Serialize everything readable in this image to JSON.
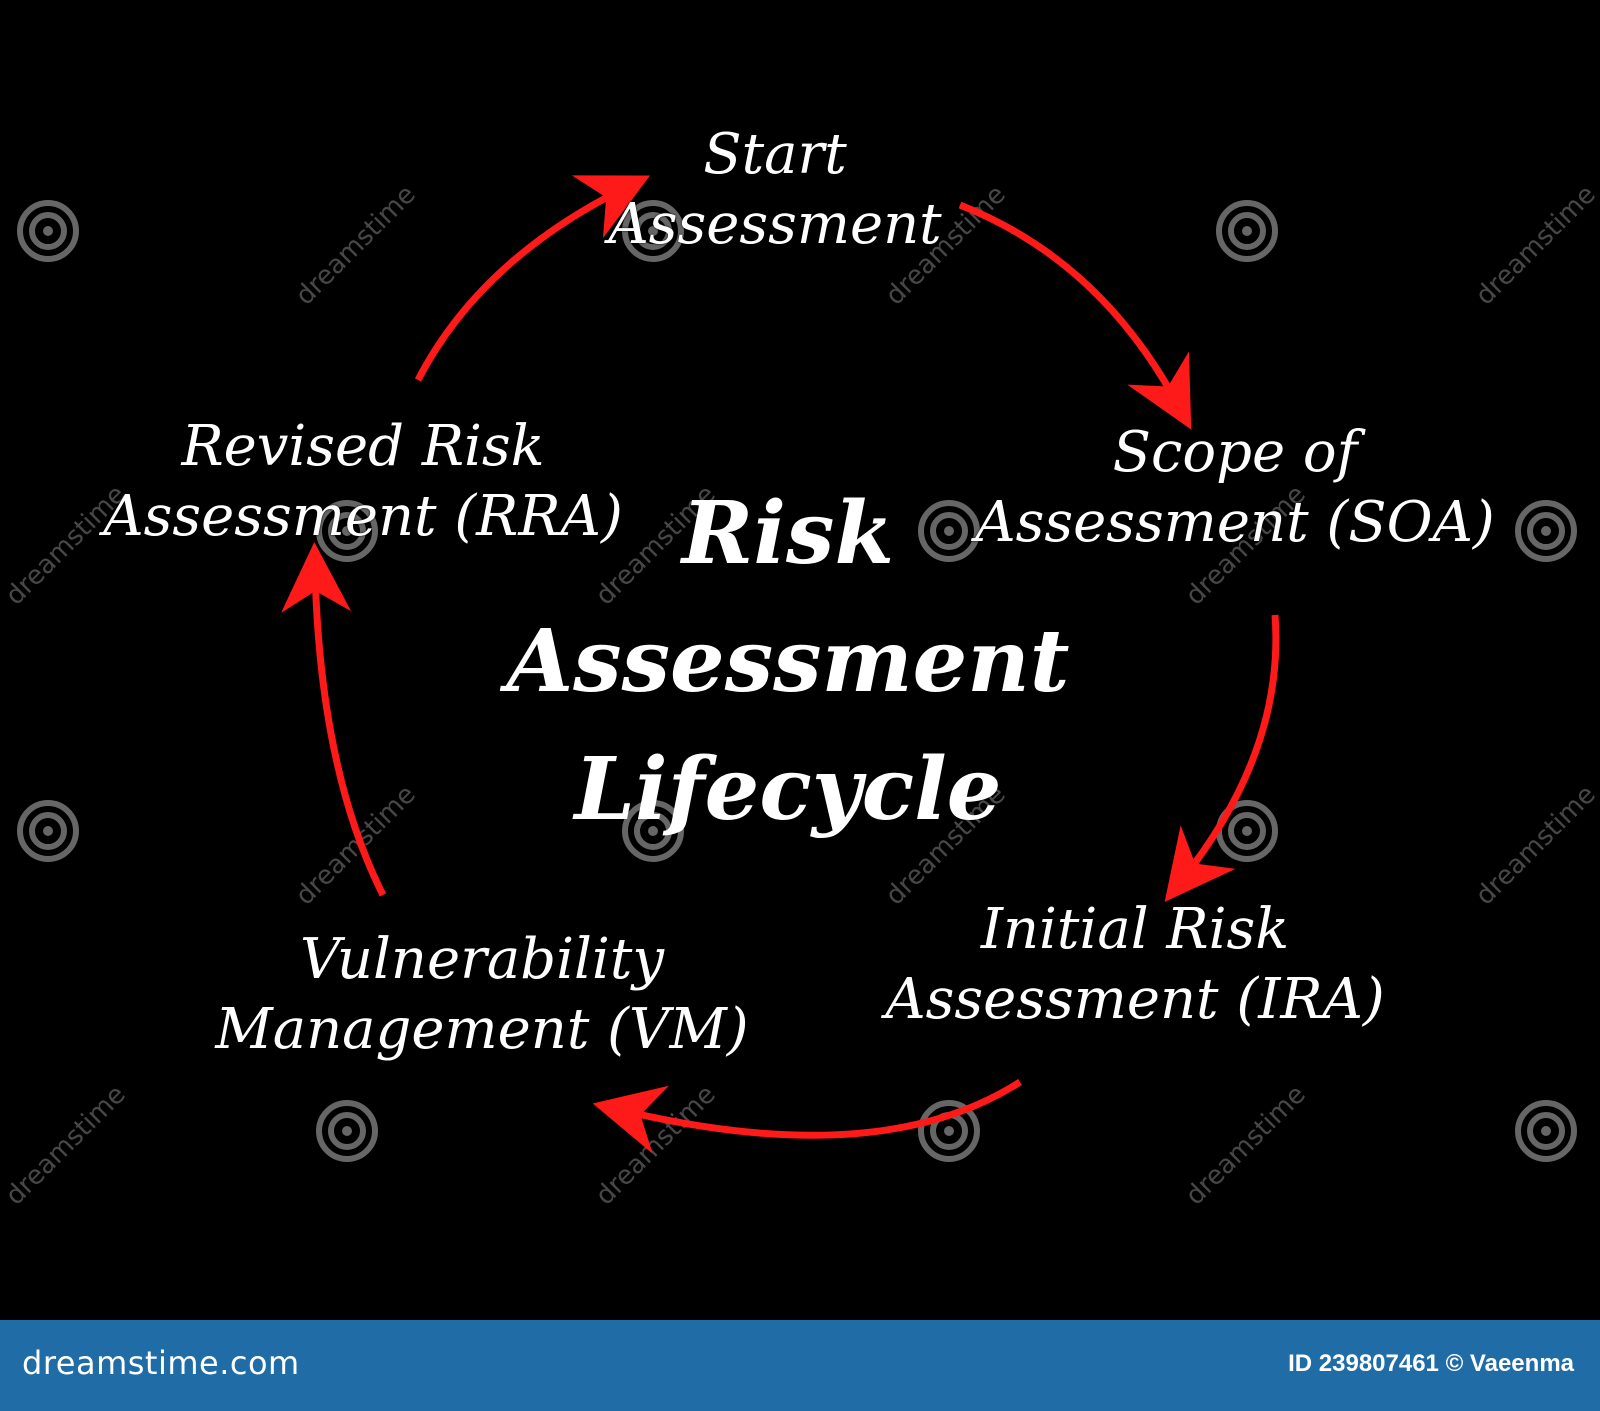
{
  "diagram": {
    "center_title": [
      "Risk",
      "Assessment",
      "Lifecycle"
    ],
    "steps": [
      {
        "id": "start",
        "lines": [
          "Start",
          "Assessment"
        ]
      },
      {
        "id": "soa",
        "lines": [
          "Scope of",
          "Assessment (SOA)"
        ]
      },
      {
        "id": "ira",
        "lines": [
          "Initial Risk",
          "Assessment (IRA)"
        ]
      },
      {
        "id": "vm",
        "lines": [
          "Vulnerability",
          "Management (VM)"
        ]
      },
      {
        "id": "rra",
        "lines": [
          "Revised Risk",
          "Assessment (RRA)"
        ]
      }
    ],
    "flow": [
      "start→soa",
      "soa→ira",
      "ira→vm",
      "vm→rra",
      "rra→start"
    ],
    "arrow_color": "#ff1a1a",
    "text_color": "#ffffff",
    "background_color": "#000000"
  },
  "watermark": {
    "text": "dreamstime"
  },
  "footer": {
    "site": "dreamstime.com",
    "id_text": "ID 239807461 © Vaeenma",
    "background_color": "#1f6ca7"
  }
}
